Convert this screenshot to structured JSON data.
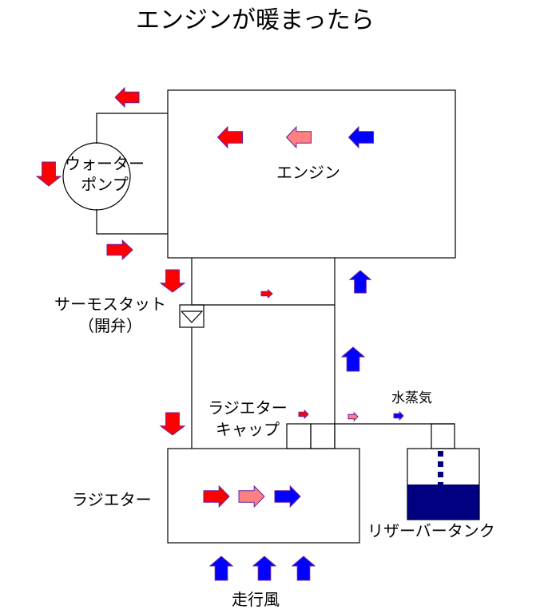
{
  "title": "エンジンが暖まったら",
  "labels": {
    "water_pump_line1": "ウォーター",
    "water_pump_line2": "ポンプ",
    "engine": "エンジン",
    "thermostat_line1": "サーモスタット",
    "thermostat_line2": "（開弁）",
    "radiator_cap_line1": "ラジエター",
    "radiator_cap_line2": "キャップ",
    "radiator": "ラジエター",
    "steam": "水蒸気",
    "reservoir_tank": "リザーバータンク",
    "running_wind": "走行風"
  },
  "colors": {
    "hot": "#ff0000",
    "warm": "#ff8080",
    "cold": "#0000ff",
    "coolant": "#000080",
    "arrow_edge": "#6a1fa0",
    "line": "#000000"
  },
  "arrows": [
    {
      "name": "pump-outlet-arrow",
      "dir": "left",
      "color": "hot"
    },
    {
      "name": "engine-arrow-hot",
      "dir": "left",
      "color": "hot"
    },
    {
      "name": "engine-arrow-warm",
      "dir": "left",
      "color": "warm"
    },
    {
      "name": "engine-arrow-cold",
      "dir": "left",
      "color": "cold"
    },
    {
      "name": "pump-down-arrow",
      "dir": "down",
      "color": "hot"
    },
    {
      "name": "pump-to-engine-arrow",
      "dir": "right",
      "color": "hot"
    },
    {
      "name": "to-thermostat-arrow",
      "dir": "down",
      "color": "hot"
    },
    {
      "name": "bypass-small-arrow",
      "dir": "right",
      "color": "hot"
    },
    {
      "name": "return-up-arrow-upper",
      "dir": "up",
      "color": "cold"
    },
    {
      "name": "return-up-arrow-lower",
      "dir": "up",
      "color": "cold"
    },
    {
      "name": "radiator-inlet-arrow",
      "dir": "down",
      "color": "hot"
    },
    {
      "name": "cap-small-arrow",
      "dir": "right",
      "color": "hot"
    },
    {
      "name": "overflow-small-arrow",
      "dir": "right",
      "color": "warm"
    },
    {
      "name": "steam-small-arrow",
      "dir": "right",
      "color": "cold"
    },
    {
      "name": "radiator-arrow-hot",
      "dir": "right",
      "color": "hot"
    },
    {
      "name": "radiator-arrow-warm",
      "dir": "right",
      "color": "warm"
    },
    {
      "name": "radiator-arrow-cold",
      "dir": "right",
      "color": "cold"
    },
    {
      "name": "wind-arrow-1",
      "dir": "up",
      "color": "cold"
    },
    {
      "name": "wind-arrow-2",
      "dir": "up",
      "color": "cold"
    },
    {
      "name": "wind-arrow-3",
      "dir": "up",
      "color": "cold"
    }
  ]
}
